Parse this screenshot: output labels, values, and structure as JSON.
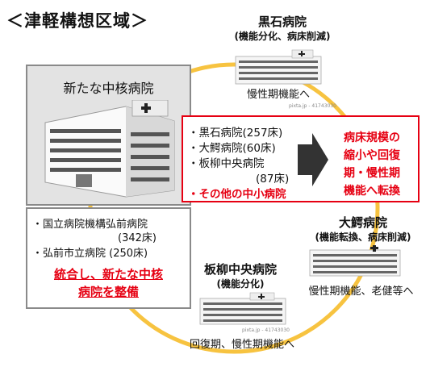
{
  "title": "＜津軽構想区域＞",
  "ring_color": "#f7c340",
  "accent_red": "#e60012",
  "hub": {
    "title": "新たな中核病院",
    "members": [
      "・国立病院機構弘前病院",
      "(342床)",
      "・弘前市立病院 (250床)"
    ],
    "note_line1": "統合し、新たな中核",
    "note_line2": "病院を整備"
  },
  "kuroishi": {
    "name": "黒石病院",
    "sub": "(機能分化、病床削減)",
    "caption": "慢性期機能へ",
    "credit": "pixta.jp - 41743030"
  },
  "center": {
    "items": [
      "・黒石病院(257床)",
      "・大鰐病院(60床)",
      "・板柳中央病院",
      "(87床)",
      "・その他の中小病院"
    ],
    "result": [
      "病床規模の",
      "縮小や回復",
      "期・慢性期",
      "機能へ転換"
    ]
  },
  "owani": {
    "name": "大鰐病院",
    "sub": "(機能転換、病床削減)",
    "caption": "慢性期機能、老健等へ"
  },
  "itayanagi": {
    "name": "板柳中央病院",
    "sub": "(機能分化)",
    "caption": "回復期、慢性期機能へ",
    "credit": "pixta.jp - 41743030"
  }
}
